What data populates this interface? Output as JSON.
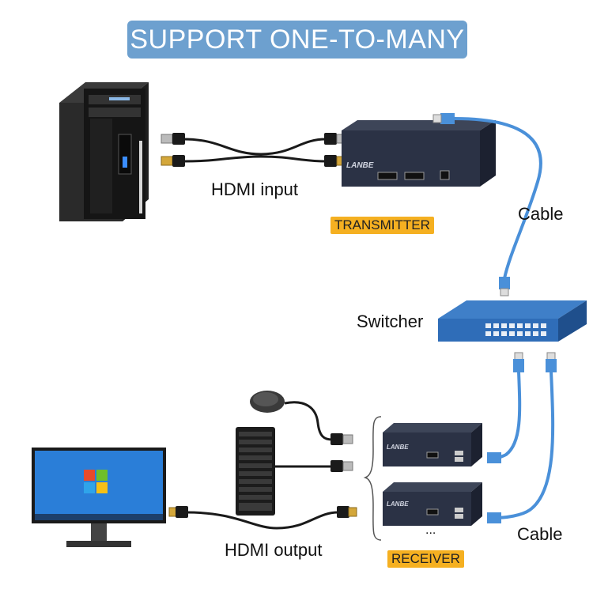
{
  "title": "SUPPORT ONE-TO-MANY",
  "labels": {
    "hdmi_input": "HDMI input",
    "hdmi_output": "HDMI output",
    "cable_top": "Cable",
    "cable_bottom": "Cable",
    "switcher": "Switcher",
    "ellipsis": "...",
    "transmitter": "TRANSMITTER",
    "receiver": "RECEIVER"
  },
  "colors": {
    "banner": "#6da0cf",
    "tag": "#f5b021",
    "device_body": "#2b3245",
    "network_cable": "#4a90d9",
    "switcher_blue": "#2f6db8"
  }
}
